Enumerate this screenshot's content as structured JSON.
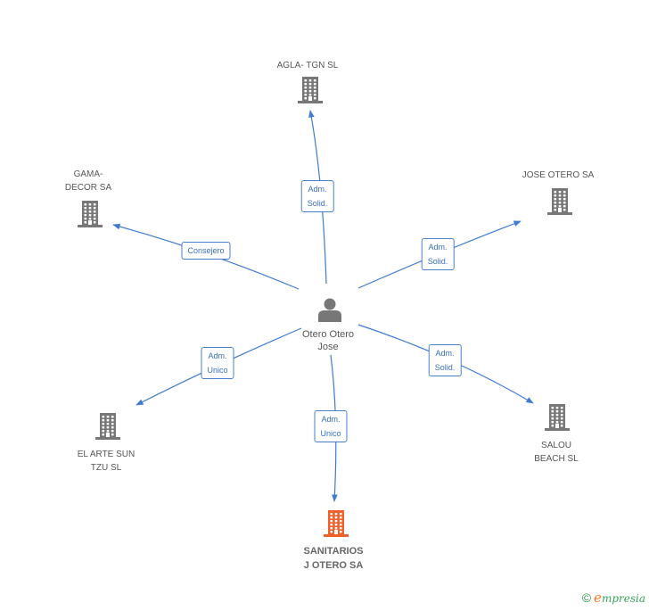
{
  "center": {
    "id": "person",
    "label": "Otero Otero\nJose",
    "icon": "person-icon"
  },
  "nodes": [
    {
      "id": "agla",
      "label": "AGLA- TGN SL",
      "icon": "building-icon",
      "highlight": false
    },
    {
      "id": "jose_otero",
      "label": "JOSE OTERO SA",
      "icon": "building-icon",
      "highlight": false
    },
    {
      "id": "gama",
      "label": "GAMA-\nDECOR SA",
      "icon": "building-icon",
      "highlight": false
    },
    {
      "id": "arte",
      "label": "EL ARTE SUN\nTZU  SL",
      "icon": "building-icon",
      "highlight": false
    },
    {
      "id": "salou",
      "label": "SALOU\nBEACH SL",
      "icon": "building-icon",
      "highlight": false
    },
    {
      "id": "sanitarios",
      "label": "SANITARIOS\nJ OTERO SA",
      "icon": "building-icon",
      "highlight": true
    }
  ],
  "edges": [
    {
      "to": "agla",
      "label": "Adm.\nSolid."
    },
    {
      "to": "jose_otero",
      "label": "Adm.\nSolid."
    },
    {
      "to": "gama",
      "label": "Consejero"
    },
    {
      "to": "arte",
      "label": "Adm.\nUnico"
    },
    {
      "to": "salou",
      "label": "Adm.\nSolid."
    },
    {
      "to": "sanitarios",
      "label": "Adm.\nUnico"
    }
  ],
  "colors": {
    "edge": "#3f7bd0",
    "building": "#777777",
    "building_highlight": "#f0602a",
    "person": "#777777"
  },
  "footer": {
    "copyright": "©",
    "brand_initial": "e",
    "brand_rest": "mpresia"
  }
}
